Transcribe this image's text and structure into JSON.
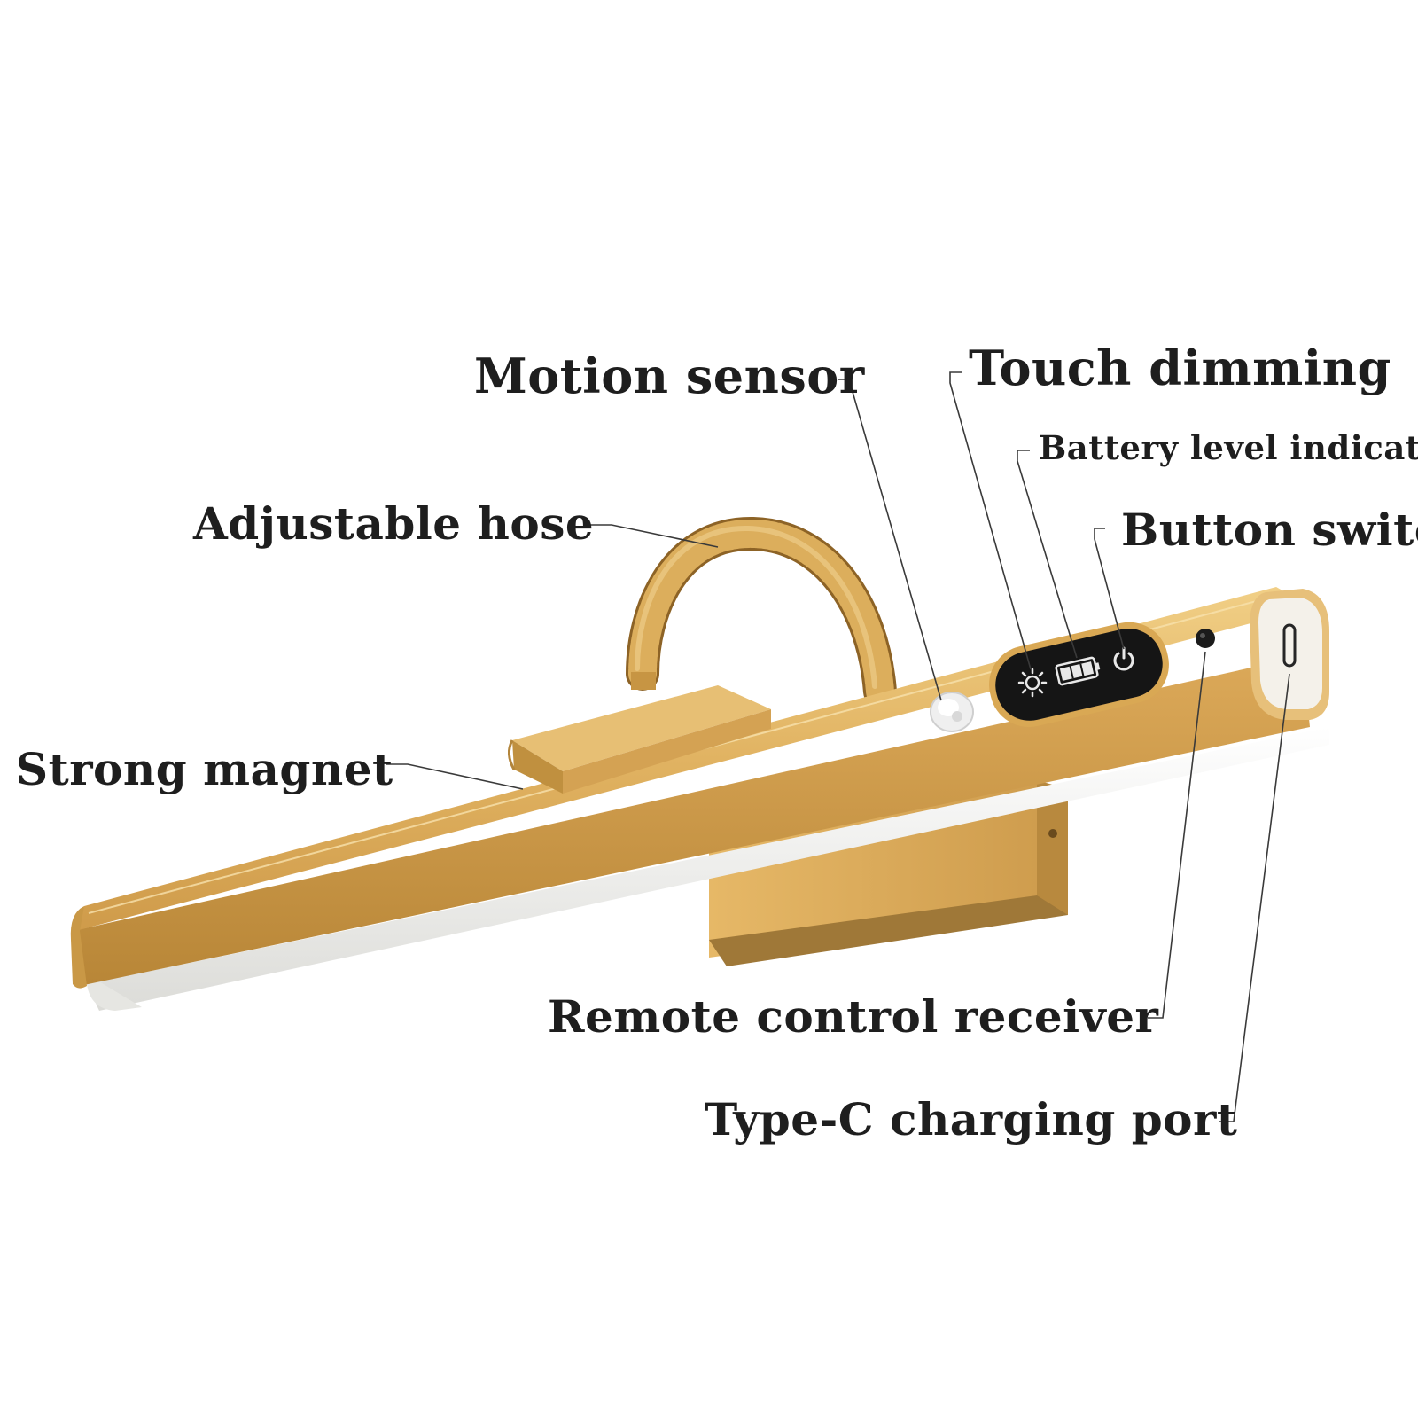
{
  "labels": {
    "motion_sensor": "Motion sensor",
    "touch_dimming": "Touch dimming",
    "battery_indicator": "Battery level indicator",
    "adjustable_hose": "Adjustable hose",
    "button_switch": "Button switch",
    "strong_magnet": "Strong magnet",
    "remote_receiver": "Remote control receiver",
    "typec_port": "Type-C charging port"
  },
  "icons": {
    "dimming": "sun-icon",
    "battery": "battery-icon",
    "power": "power-icon"
  },
  "battery_level": 1.0,
  "colors": {
    "gold_light": "#e8bd6b",
    "gold_mid": "#d6a24e",
    "gold_dark": "#b98a3e",
    "diffuser": "#f4f4f2",
    "panel_black": "#151515",
    "text": "#1e1e1e"
  }
}
